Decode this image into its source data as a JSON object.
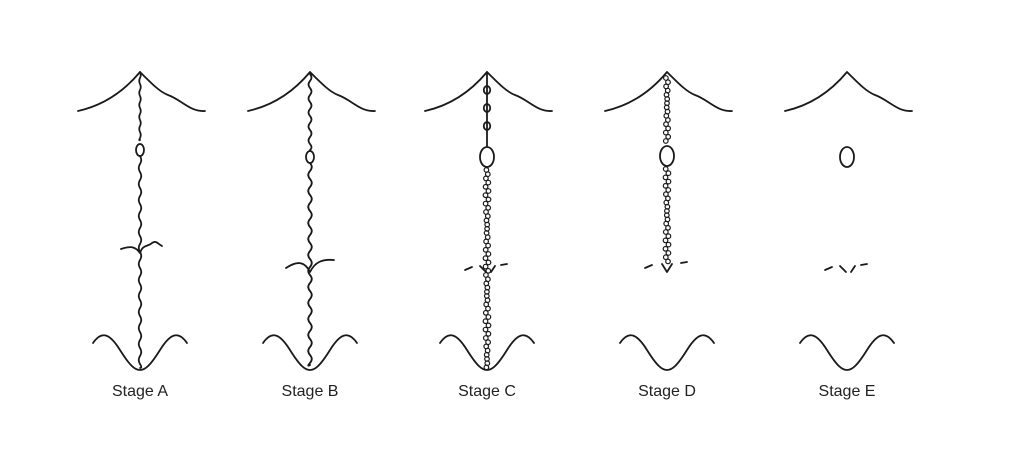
{
  "stages": [
    {
      "label": "Stage A"
    },
    {
      "label": "Stage B"
    },
    {
      "label": "Stage C"
    },
    {
      "label": "Stage D"
    },
    {
      "label": "Stage E"
    }
  ]
}
